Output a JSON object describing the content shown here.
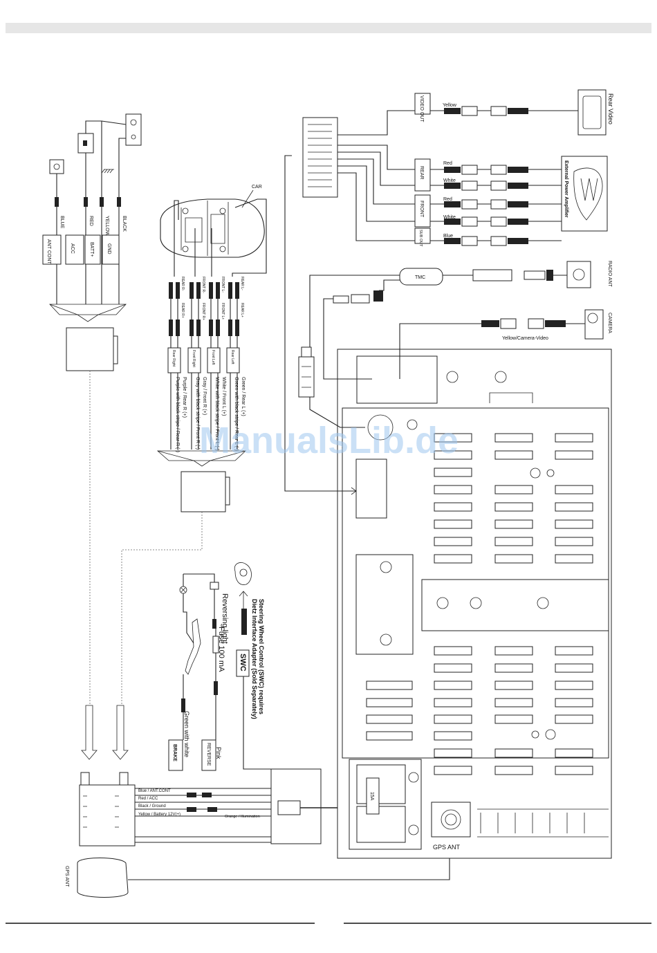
{
  "top_bar": "",
  "power": {
    "wires": [
      "BLUE",
      "RED",
      "YELLOW",
      "BLACK"
    ],
    "boxes": [
      "ANT CONT",
      "ACC",
      "BATT+",
      "GND"
    ]
  },
  "car_label": "CAR",
  "speakers": {
    "wire_labels": [
      "Green / Rear L (+)",
      "Green with black stripe / Rear L (-)",
      "White / Front L (+)",
      "White with black stripe / Front L (-)",
      "Gray / Front R (+)",
      "Gray with black stripe / Front R (-)",
      "Purple / Rear R (+)",
      "Purple with black stripe / Rear R (-)"
    ],
    "tags": [
      "Rear Left",
      "Front Left",
      "Front Right",
      "Rear Right"
    ],
    "plug_labels": [
      "REAR L+",
      "REAR L-",
      "FRONT L+",
      "FRONT L-",
      "FRONT R+",
      "FRONT R-",
      "REAR R+",
      "REAR R-"
    ]
  },
  "outputs": {
    "video_out": "VIDEO OUT",
    "video_color": "Yellow",
    "rear": "REAR",
    "front": "FRONT",
    "sub_out": "SUB OUT",
    "colors": [
      "Red",
      "White",
      "Red",
      "White",
      "Blue"
    ],
    "rear_video": "Rear Video",
    "amplifier": "External Power Amplifier"
  },
  "tmc": "TMC",
  "radio_ant": "RADIO ANT",
  "camera": "CAMERA",
  "camera_wire": "Yellow/Camera-Video",
  "watermark": "ManualsLib.de",
  "reverse": {
    "reversing_light": "Reversing light",
    "fuse": "Fuse 100 mA",
    "pink": "Pink",
    "reverse": "REVERSE",
    "green_with_white": "Green with white",
    "brake": "BRAKE"
  },
  "swc": {
    "label": "SWC",
    "note_line1": "Steering Wheel Control (SWC) requires",
    "note_line2": "Dietz Interface Adapter (Sold Separately)"
  },
  "harness": {
    "labels": [
      "Blue / ANT.CONT",
      "Red / ACC",
      "Black / Ground",
      "Yellow / Battery 12V(+)"
    ],
    "orange": "Orange / Illumination",
    "fuse": "15A"
  },
  "gps": {
    "ant_label": "GPS ANT",
    "unit_label": "GPS ANT"
  }
}
